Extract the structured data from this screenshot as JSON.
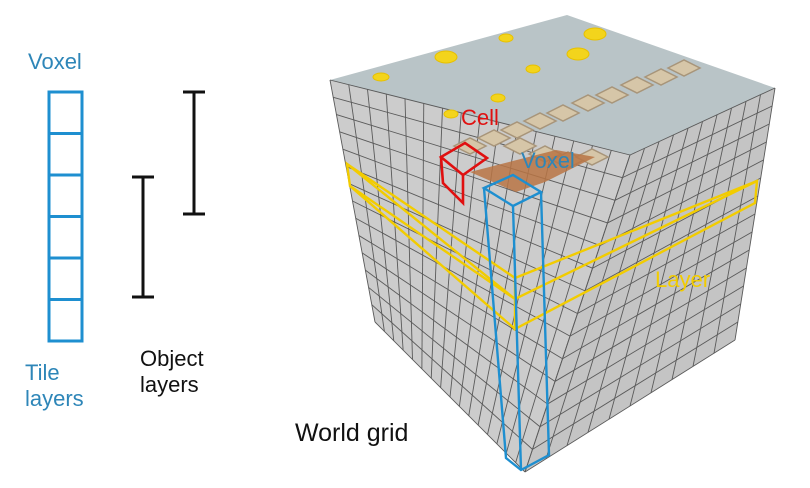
{
  "labels": {
    "voxel_left": "Voxel",
    "tile_layers": [
      "Tile",
      "layers"
    ],
    "object_layers": [
      "Object",
      "layers"
    ],
    "world_grid": "World grid",
    "cell": "Cell",
    "voxel_cube": "Voxel",
    "layer": "Layer"
  },
  "colors": {
    "tile_stack": "#1e8fd0",
    "cell_outline": "#e01010",
    "voxel_outline": "#1e8fd0",
    "layer_outline": "#f2cc00",
    "cube_top": "#b9c4c7",
    "cube_face": "#c9c9c9",
    "grid_lines": "#5a5a5a",
    "path_tiles": "#d6c6a8",
    "voxel_top_fill": "#b0683a",
    "coins": "#f3d41c"
  }
}
